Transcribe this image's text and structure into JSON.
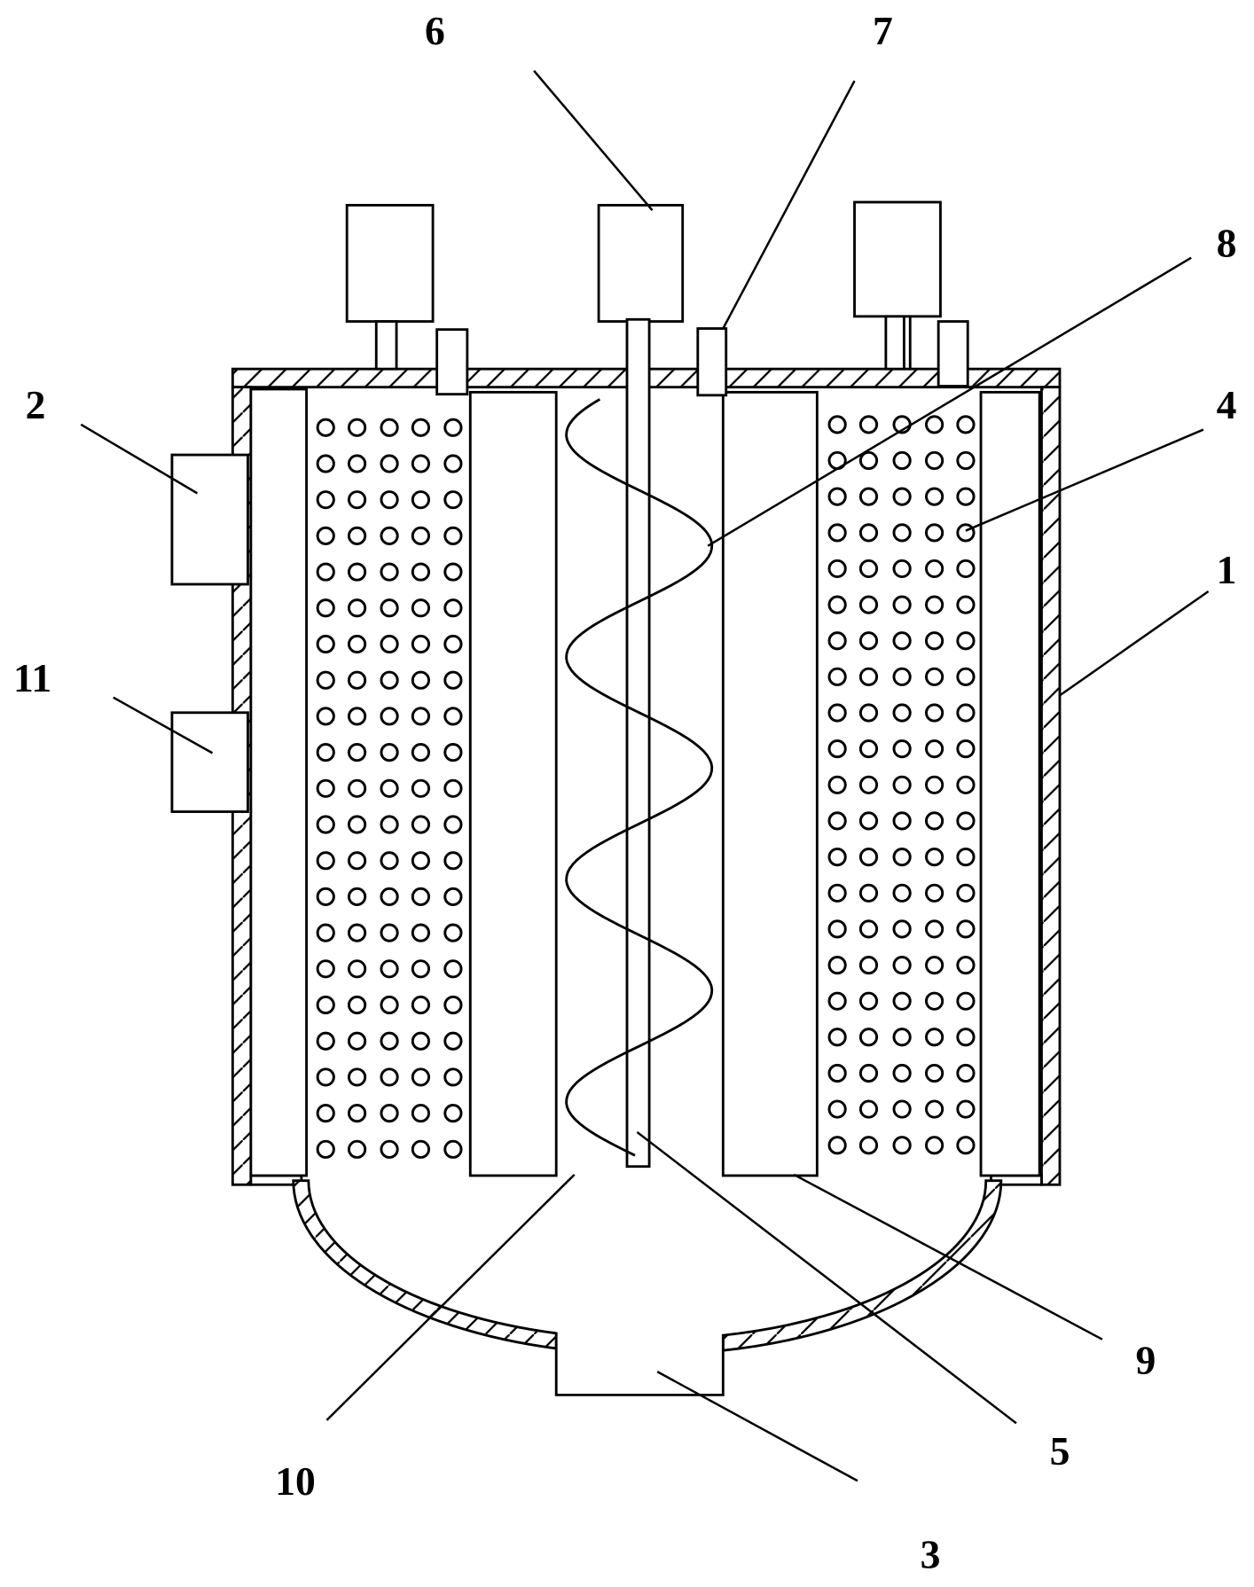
{
  "diagram": {
    "callouts": {
      "c1": "1",
      "c2": "2",
      "c3": "3",
      "c4": "4",
      "c5": "5",
      "c6": "6",
      "c7": "7",
      "c8": "8",
      "c9": "9",
      "c10": "10",
      "c11": "11"
    }
  },
  "colors": {
    "line": "#000000",
    "background": "#ffffff"
  }
}
